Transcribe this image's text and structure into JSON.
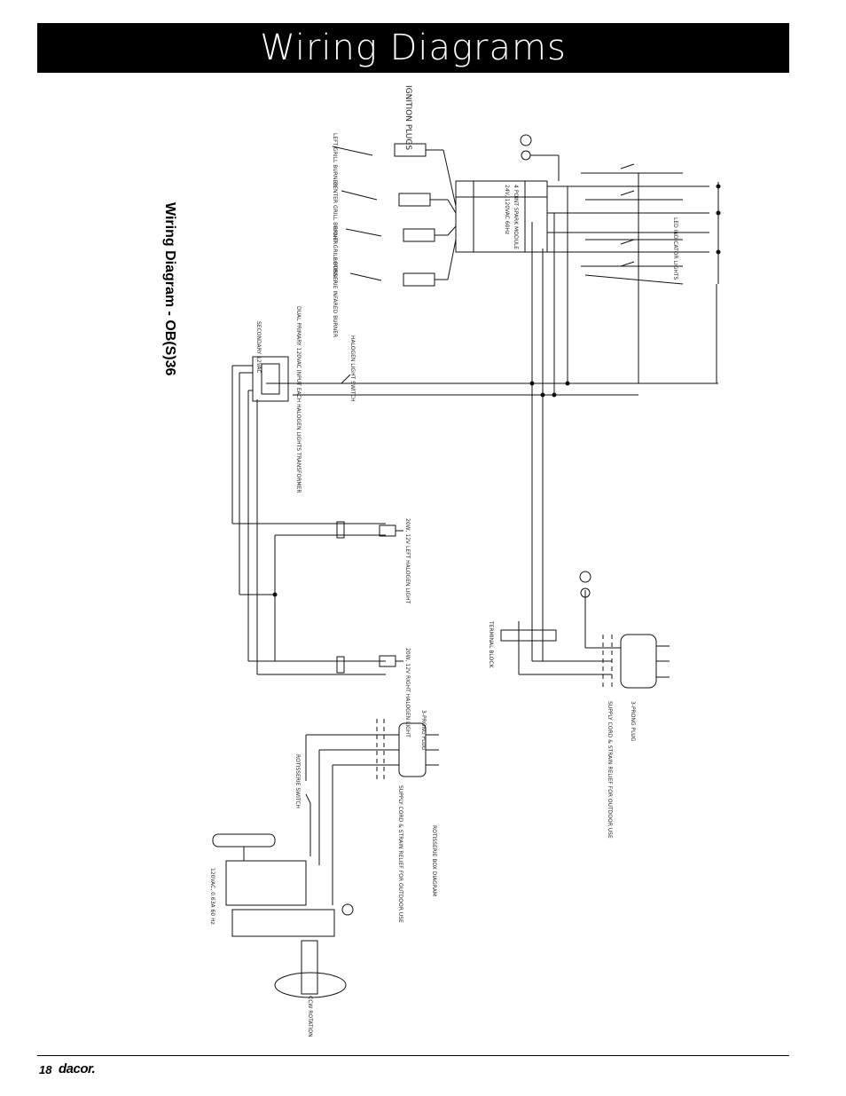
{
  "header": {
    "title": "Wiring Diagrams"
  },
  "section_title": "Wiring Diagram - OB(S)36",
  "labels": {
    "ignition_plugs": "IGNITION PLUGS",
    "left_grill_burner": "LEFT GRILL BURNER",
    "center_grill_burner": "CENTER GRILL BURNER",
    "right_grill_burner": "RIGHT GRILL BURNER",
    "rotisserie_burner": "ROTISSERIE INFARED BURNER",
    "spark_module": "4 POINT SPARK MODULE",
    "spark_rating": "24V, 120VAC 60Hz",
    "led_lights": "LED INDICATOR LIGHTS",
    "halogen_switch": "HALOGEN LIGHT SWITCH",
    "transformer": "DUAL PRIMARY 120VAC INPUT EACH HALOGEN LIGHTS TRANSFORMER",
    "secondary": "SECONDARY 12VAC",
    "left_halogen": "20W, 12V LEFT HALOGEN LIGHT",
    "right_halogen": "20W, 12V RIGHT HALOGEN LIGHT",
    "terminal_block": "TERMINAL BLOCK",
    "three_prong_plug": "3-PRONG PLUG",
    "supply_cord": "SUPPLY CORD & STRAIN RELIEF FOR OUTDOOR USE",
    "three_prong_plug_2": "3-PRONG PLUG",
    "supply_cord_2": "SUPPLY CORD & STRAIN RELIEF FOR OUTDOOR USE",
    "rotisserie_box": "ROTISSERIE BOX DIAGRAM",
    "rotisserie_switch": "ROTISSERIE SWITCH",
    "motor_rating": "120VAC, 0.63A 60 Hz",
    "ccw_rotation": "CCW ROTATION"
  },
  "footer": {
    "page_number": "18",
    "brand": "dacor."
  }
}
